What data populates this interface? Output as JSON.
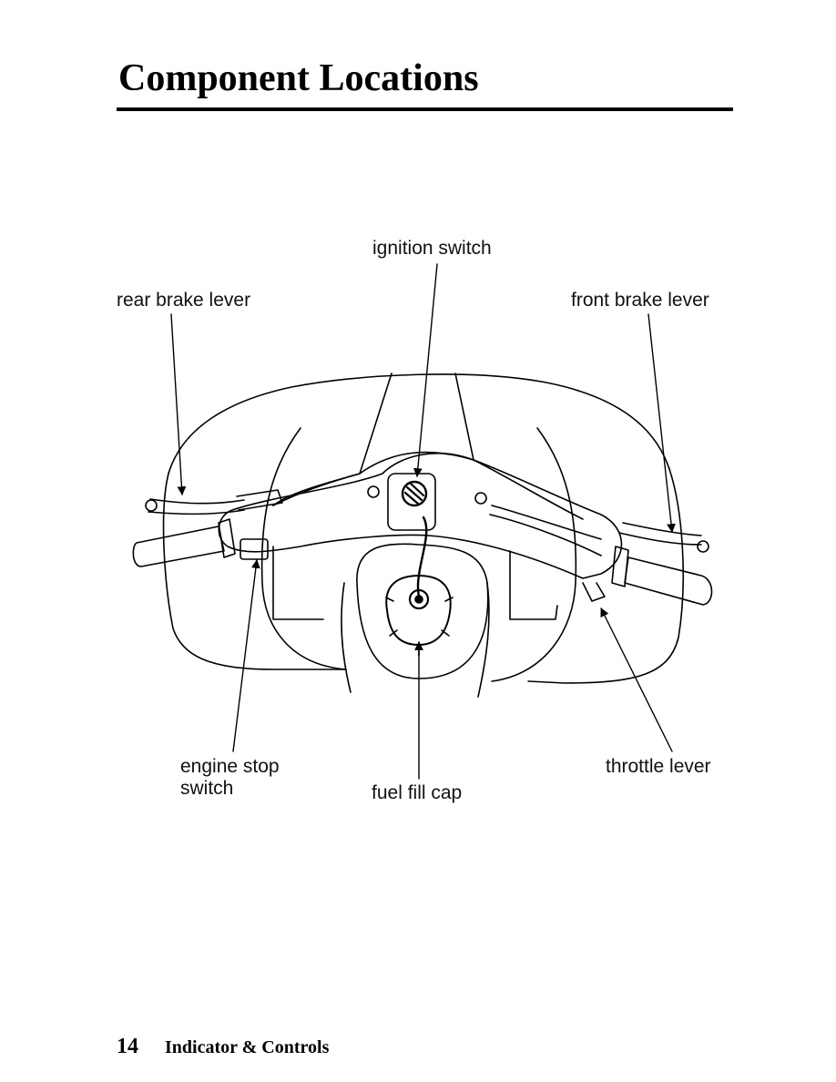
{
  "page": {
    "title": "Component Locations",
    "page_number": "14",
    "section": "Indicator & Controls"
  },
  "figure": {
    "callouts": {
      "ignition_switch": "ignition switch",
      "rear_brake_lever": "rear brake lever",
      "front_brake_lever": "front brake lever",
      "engine_stop_switch_line1": "engine stop",
      "engine_stop_switch_line2": "switch",
      "fuel_fill_cap": "fuel fill cap",
      "throttle_lever": "throttle lever"
    }
  }
}
